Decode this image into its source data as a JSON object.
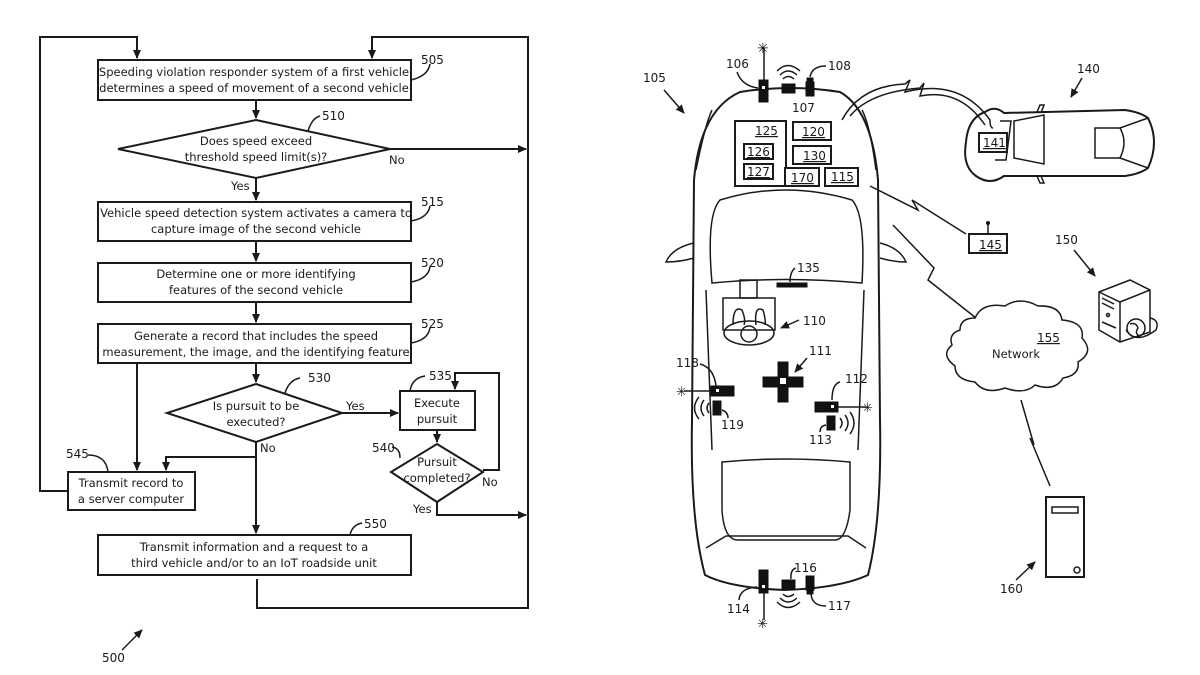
{
  "figure": {
    "flowchart_ref": "500",
    "steps": {
      "s505": {
        "ref": "505",
        "line1": "Speeding violation responder system of a first vehicle",
        "line2": "determines a speed of movement of a second vehicle"
      },
      "s510": {
        "ref": "510",
        "line1": "Does speed exceed",
        "line2": "threshold speed limit(s)?",
        "no": "No",
        "yes": "Yes"
      },
      "s515": {
        "ref": "515",
        "line1": "Vehicle speed detection system activates a camera to",
        "line2": "capture image of the second vehicle"
      },
      "s520": {
        "ref": "520",
        "line1": "Determine one or more identifying",
        "line2": "features of the second vehicle"
      },
      "s525": {
        "ref": "525",
        "line1": "Generate a record that includes the speed",
        "line2": "measurement, the image, and the identifying feature"
      },
      "s530": {
        "ref": "530",
        "line1": "Is pursuit to be",
        "line2": "executed?",
        "yes": "Yes",
        "no": "No"
      },
      "s535": {
        "ref": "535",
        "line1": "Execute",
        "line2": "pursuit"
      },
      "s540": {
        "ref": "540",
        "line1": "Pursuit",
        "line2": "completed?",
        "no": "No",
        "yes": "Yes"
      },
      "s545": {
        "ref": "545",
        "line1": "Transmit record to",
        "line2": "a server computer"
      },
      "s550": {
        "ref": "550",
        "line1": "Transmit information and a request to a",
        "line2": "third vehicle and/or to an IoT roadside unit"
      }
    }
  },
  "system": {
    "vehicle_ref": "105",
    "components": {
      "c106": "106",
      "c107": "107",
      "c108": "108",
      "c110": "110",
      "c111": "111",
      "c112": "112",
      "c113": "113",
      "c114": "114",
      "c115": "115",
      "c116": "116",
      "c117": "117",
      "c118": "118",
      "c119": "119",
      "c120": "120",
      "c125": "125",
      "c126": "126",
      "c127": "127",
      "c130": "130",
      "c135": "135",
      "c170": "170"
    },
    "second_vehicle_ref": "140",
    "second_vehicle_component": "141",
    "roadside_unit": "145",
    "server_ref": "150",
    "network_label": "Network",
    "network_ref": "155",
    "computer_ref": "160"
  }
}
